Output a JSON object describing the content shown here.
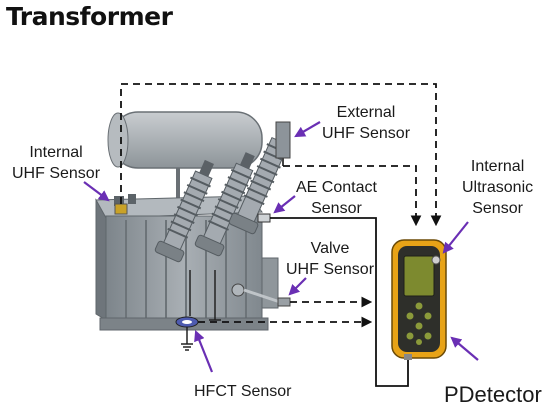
{
  "title": "Transformer",
  "labels": {
    "internal_uhf": [
      "Internal",
      "UHF Sensor"
    ],
    "external_uhf": [
      "External",
      "UHF Sensor"
    ],
    "ae_contact": [
      "AE Contact",
      "Sensor"
    ],
    "valve_uhf": [
      "Valve",
      "UHF Sensor"
    ],
    "hfct": "HFCT Sensor",
    "internal_ultrasonic": [
      "Internal",
      "Ultrasonic",
      "Sensor"
    ],
    "brand": "PDetector"
  },
  "colors": {
    "arrow": "#6a2fb4",
    "line": "#111111",
    "tank": "#9aa0a6",
    "tank_dark": "#6f767c",
    "device": "#e8a317",
    "device_face": "#7d8a2f"
  }
}
